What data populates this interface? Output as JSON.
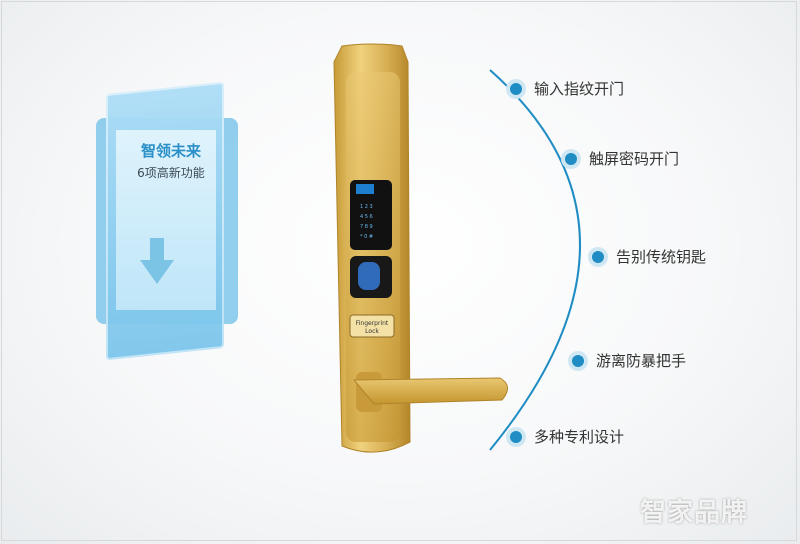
{
  "card": {
    "title": "智领未来",
    "subtitle": "6项高新功能"
  },
  "features": [
    {
      "label": "输入指纹开门"
    },
    {
      "label": "触屏密码开门"
    },
    {
      "label": "告别传统钥匙"
    },
    {
      "label": "游离防暴把手"
    },
    {
      "label": "多种专利设计"
    }
  ],
  "lock": {
    "plate_label_line1": "Fingerprint",
    "plate_label_line2": "Lock"
  },
  "watermark": "智家品牌",
  "colors": {
    "accent": "#1f8dc4",
    "gold": "#d9b24f",
    "card_blue": "#7fc6ea"
  }
}
